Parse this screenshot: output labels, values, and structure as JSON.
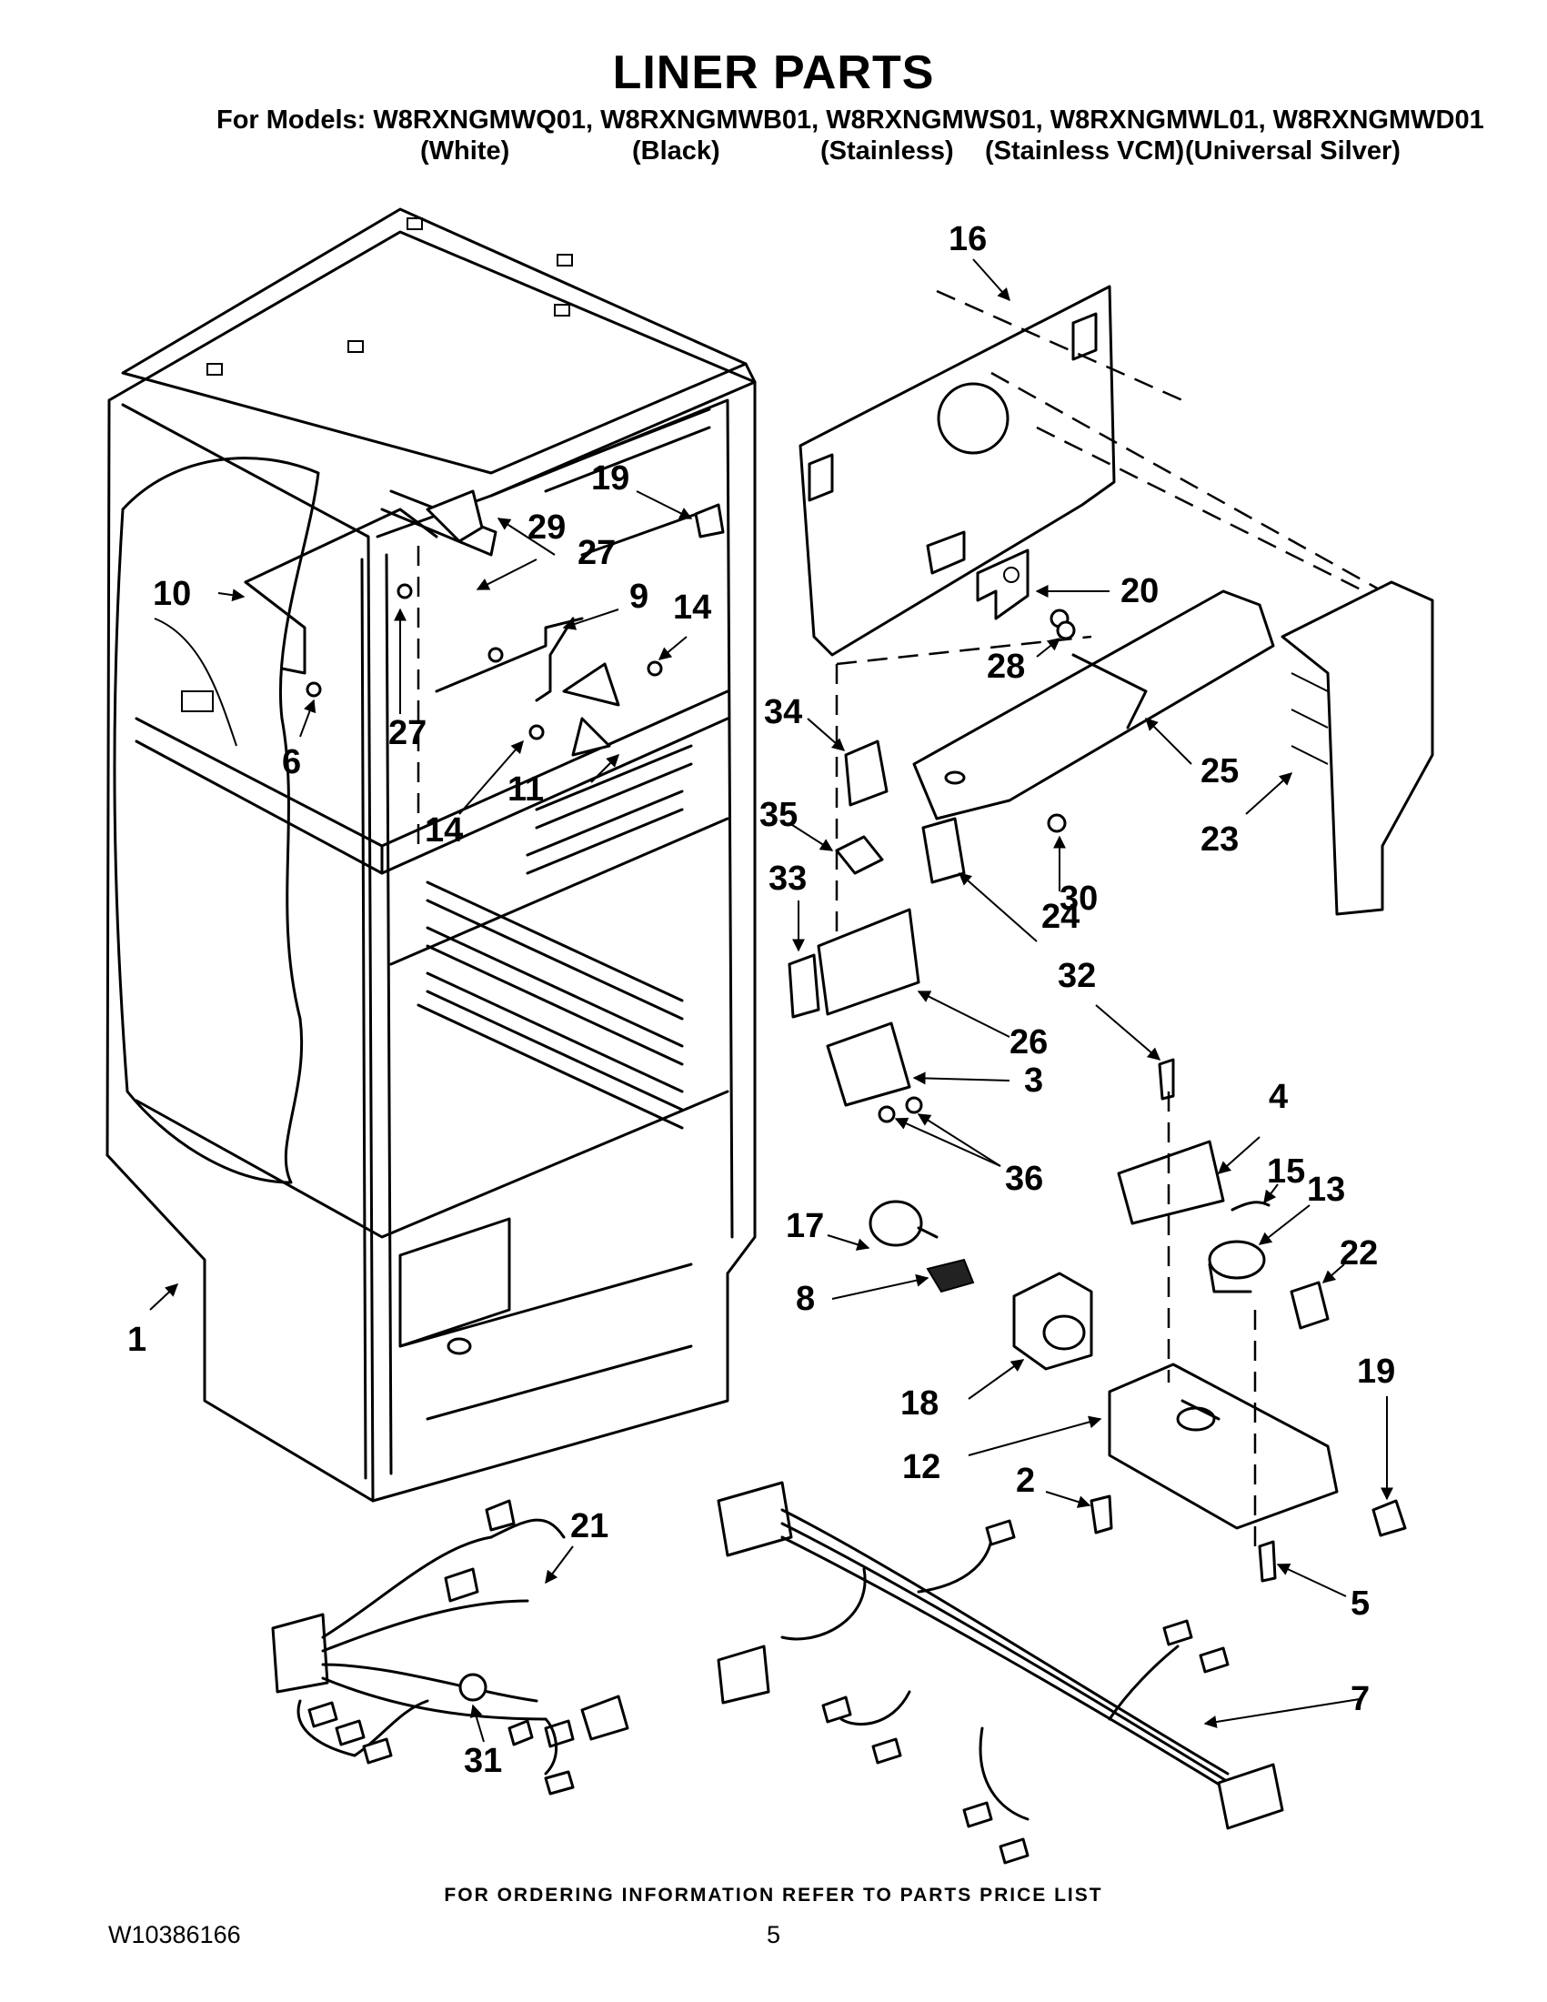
{
  "title": "LINER PARTS",
  "models_line": "For Models: W8RXNGMWQ01, W8RXNGMWB01, W8RXNGMWS01, W8RXNGMWL01, W8RXNGMWD01",
  "variants": [
    "(White)",
    "(Black)",
    "(Stainless)",
    "(Stainless VCM)",
    "(Universal Silver)"
  ],
  "part_callouts": [
    "1",
    "2",
    "3",
    "4",
    "5",
    "6",
    "7",
    "8",
    "9",
    "10",
    "11",
    "12",
    "13",
    "14",
    "14",
    "15",
    "16",
    "17",
    "18",
    "19",
    "19",
    "20",
    "21",
    "22",
    "23",
    "24",
    "25",
    "26",
    "27",
    "27",
    "28",
    "29",
    "30",
    "31",
    "32",
    "33",
    "34",
    "35",
    "36"
  ],
  "footer_note": "FOR ORDERING INFORMATION REFER TO PARTS PRICE LIST",
  "document_number": "W10386166",
  "page_number": "5"
}
